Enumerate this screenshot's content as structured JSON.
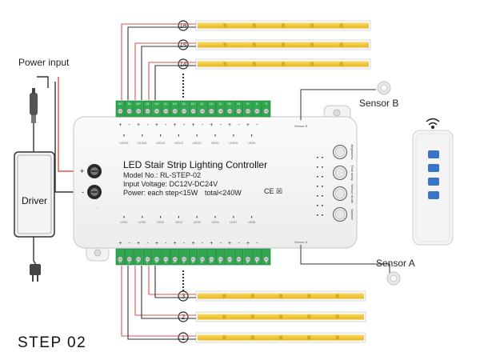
{
  "power_input_label": "Power input",
  "driver_label": "Driver",
  "sensor_b_label": "Sensor B",
  "sensor_a_label": "Sensor A",
  "step_label": "STEP 02",
  "controller": {
    "title": "LED Stair Strip Lighting Controller",
    "model": "Model No.: RL-STEP-02",
    "voltage": "Input Voltage: DC12V-DC24V",
    "power": "Power: each step<15W",
    "total": "total<240W",
    "marks": "CE ☒",
    "plus": "+",
    "minus": "-",
    "sensor_b_port": "Sensor B",
    "sensor_a_port": "Sensor A",
    "top_channels": [
      "LED16",
      "LED15",
      "LED14",
      "LED13",
      "LED12",
      "LED11",
      "LED10",
      "LED9"
    ],
    "bottom_channels": [
      "LED1",
      "LED2",
      "LED3",
      "LED4",
      "LED5",
      "LED6",
      "LED7",
      "LED8"
    ],
    "top_terminals": [
      "16+",
      "16-",
      "15+",
      "15-",
      "14+",
      "14-",
      "13+",
      "13-",
      "12+",
      "12-",
      "11+",
      "11-",
      "10+",
      "10-",
      "9+",
      "9-",
      "S"
    ],
    "bottom_terminals": [
      "1+",
      "1-",
      "2+",
      "2-",
      "3+",
      "3-",
      "4+",
      "4-",
      "5+",
      "5-",
      "6+",
      "6-",
      "7+",
      "7-",
      "8+",
      "8-",
      "S"
    ],
    "buttons": [
      "Brightness",
      "Time delay",
      "Sensor mode",
      "Number"
    ]
  },
  "top_strip_numbers": [
    "16",
    "15",
    "14"
  ],
  "bottom_strip_numbers": [
    "3",
    "2",
    "1"
  ],
  "colors": {
    "strip": "#f2c63a",
    "terminal": "#2fa84f",
    "wire_red": "#d9534f",
    "wire_black": "#333333",
    "remote_button": "#3b73c9"
  }
}
